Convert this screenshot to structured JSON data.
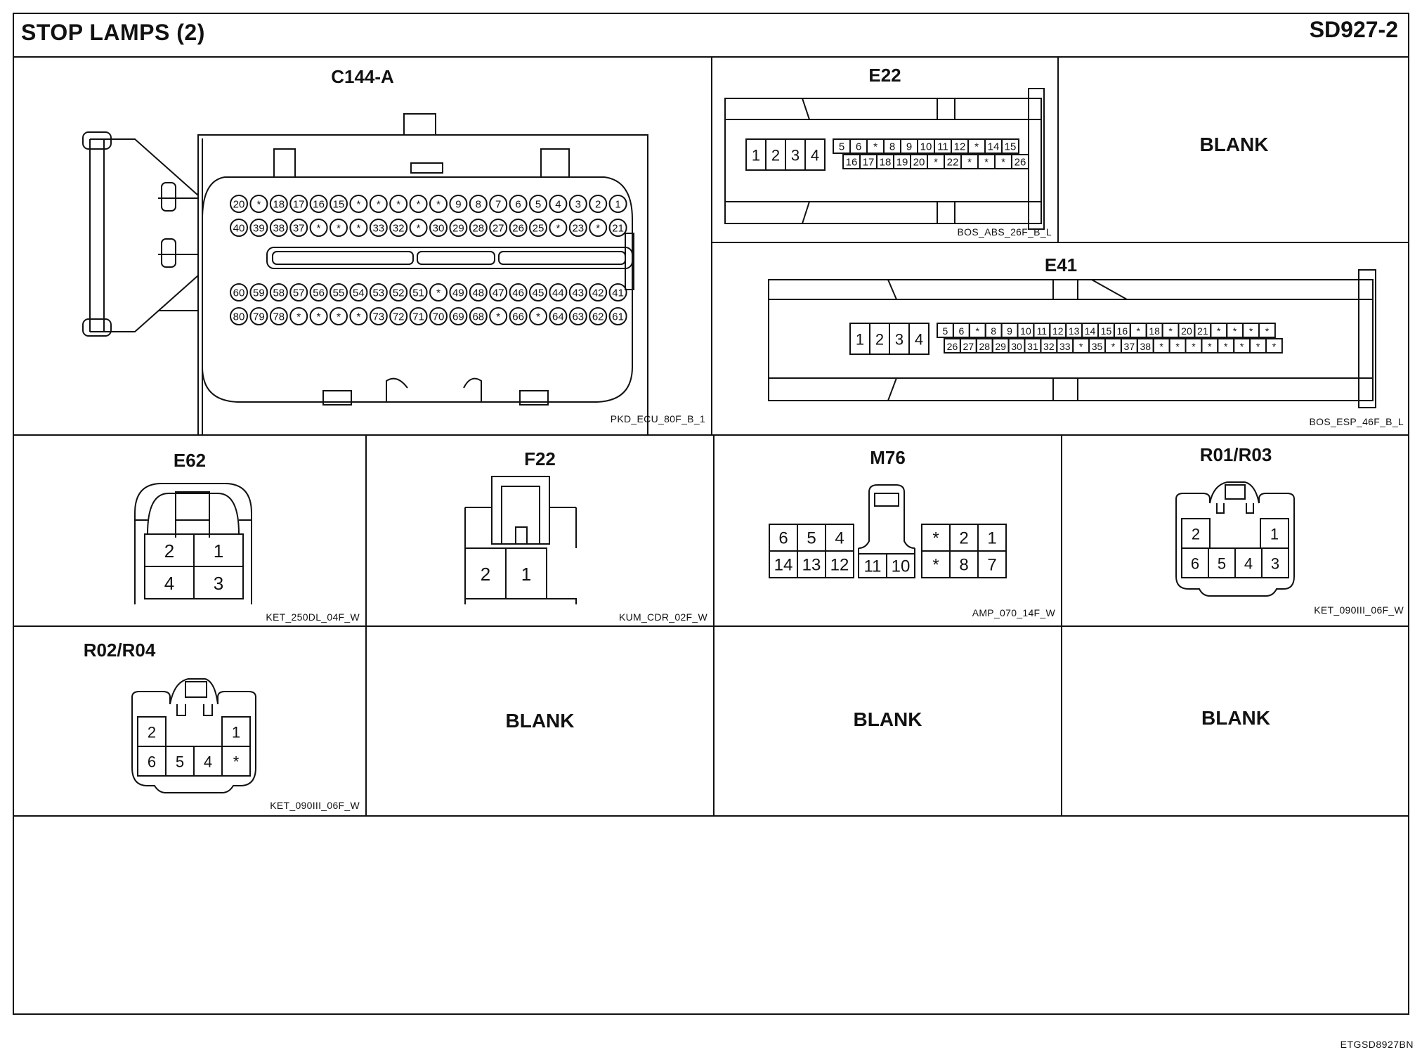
{
  "header": {
    "title": "STOP LAMPS (2)",
    "code": "SD927-2"
  },
  "reference": "ETGSD8927BN",
  "connectors": {
    "c144a": {
      "name": "C144-A",
      "part": "PKD_ECU_80F_B_1",
      "rows": [
        [
          "20",
          "*",
          "18",
          "17",
          "16",
          "15",
          "*",
          "*",
          "*",
          "*",
          "*",
          "9",
          "8",
          "7",
          "6",
          "5",
          "4",
          "3",
          "2",
          "1"
        ],
        [
          "40",
          "39",
          "38",
          "37",
          "*",
          "*",
          "*",
          "33",
          "32",
          "*",
          "30",
          "29",
          "28",
          "27",
          "26",
          "25",
          "*",
          "23",
          "*",
          "21"
        ],
        [
          "60",
          "59",
          "58",
          "57",
          "56",
          "55",
          "54",
          "53",
          "52",
          "51",
          "*",
          "49",
          "48",
          "47",
          "46",
          "45",
          "44",
          "43",
          "42",
          "41"
        ],
        [
          "80",
          "79",
          "78",
          "*",
          "*",
          "*",
          "*",
          "73",
          "72",
          "71",
          "70",
          "69",
          "68",
          "*",
          "66",
          "*",
          "64",
          "63",
          "62",
          "61"
        ]
      ]
    },
    "e22": {
      "name": "E22",
      "part": "BOS_ABS_26F_B_L",
      "big": [
        "1",
        "2",
        "3",
        "4"
      ],
      "top": [
        "5",
        "6",
        "*",
        "8",
        "9",
        "10",
        "11",
        "12",
        "*",
        "14",
        "15"
      ],
      "bottom": [
        "16",
        "17",
        "18",
        "19",
        "20",
        "*",
        "22",
        "*",
        "*",
        "*",
        "26"
      ]
    },
    "e41": {
      "name": "E41",
      "part": "BOS_ESP_46F_B_L",
      "big": [
        "1",
        "2",
        "3",
        "4"
      ],
      "top": [
        "5",
        "6",
        "*",
        "8",
        "9",
        "10",
        "11",
        "12",
        "13",
        "14",
        "15",
        "16",
        "*",
        "18",
        "*",
        "20",
        "21",
        "*",
        "*",
        "*",
        "*"
      ],
      "bottom": [
        "26",
        "27",
        "28",
        "29",
        "30",
        "31",
        "32",
        "33",
        "*",
        "35",
        "*",
        "37",
        "38",
        "*",
        "*",
        "*",
        "*",
        "*",
        "*",
        "*",
        "*"
      ]
    },
    "e62": {
      "name": "E62",
      "part": "KET_250DL_04F_W",
      "rows": [
        [
          "2",
          "1"
        ],
        [
          "4",
          "3"
        ]
      ]
    },
    "f22": {
      "name": "F22",
      "part": "KUM_CDR_02F_W",
      "rows": [
        [
          "2",
          "1"
        ]
      ]
    },
    "m76": {
      "name": "M76",
      "part": "AMP_070_14F_W",
      "left_top": [
        "6",
        "5",
        "4"
      ],
      "left_bottom": [
        "14",
        "13",
        "12"
      ],
      "mid_bottom": [
        "11",
        "10"
      ],
      "right_top": [
        "*",
        "2",
        "1"
      ],
      "right_bottom": [
        "*",
        "8",
        "7"
      ]
    },
    "r01r03": {
      "name": "R01/R03",
      "part": "KET_090III_06F_W",
      "top": [
        "2",
        "1"
      ],
      "bottom": [
        "6",
        "5",
        "4",
        "3"
      ]
    },
    "r02r04": {
      "name": "R02/R04",
      "part": "KET_090III_06F_W",
      "top": [
        "2",
        "1"
      ],
      "bottom": [
        "6",
        "5",
        "4",
        "*"
      ]
    }
  },
  "blanks": {
    "b1": "BLANK",
    "b2": "BLANK",
    "b3": "BLANK",
    "b4": "BLANK"
  }
}
